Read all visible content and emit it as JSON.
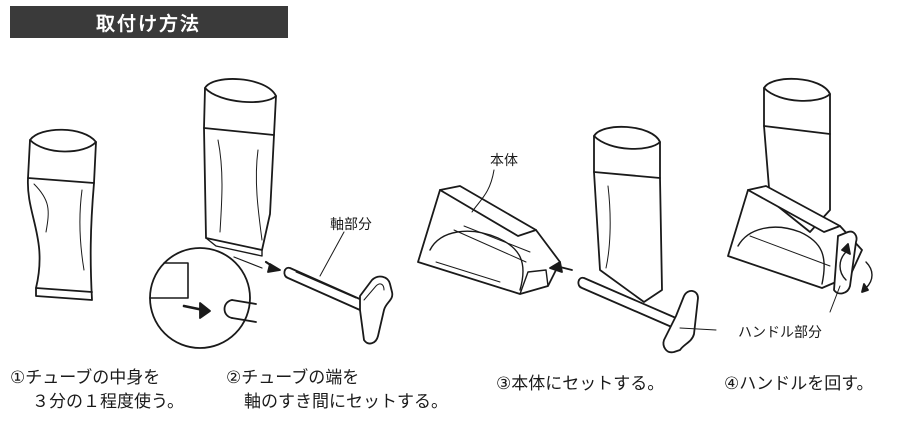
{
  "title": "取付け方法",
  "labels": {
    "body": "本体",
    "shaft": "軸部分",
    "handle": "ハンドル部分"
  },
  "steps": [
    {
      "line1": "①チューブの中身を",
      "line2": "３分の１程度使う。"
    },
    {
      "line1": "②チューブの端を",
      "line2": "軸のすき間にセットする。"
    },
    {
      "line1": "③本体にセットする。",
      "line2": ""
    },
    {
      "line1": "④ハンドルを回す。",
      "line2": ""
    }
  ]
}
